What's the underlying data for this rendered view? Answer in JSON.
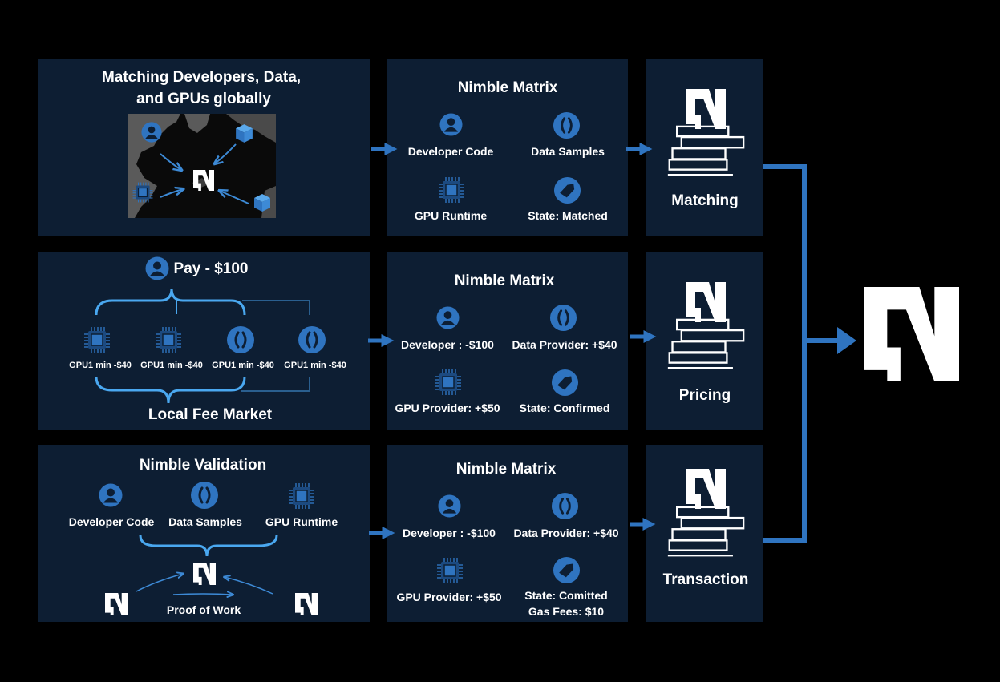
{
  "colors": {
    "background": "#000000",
    "panel": "#0d1e33",
    "accent": "#2f74c0",
    "accent_light": "#4aa8f0"
  },
  "row1": {
    "left": {
      "title_line1": "Matching Developers, Data,",
      "title_line2": "and GPUs globally"
    },
    "matrix": {
      "title": "Nimble Matrix",
      "items": [
        "Developer Code",
        "Data Samples",
        "GPU Runtime",
        "State: Matched"
      ]
    },
    "stage": {
      "label": "Matching"
    }
  },
  "row2": {
    "left": {
      "pay": "Pay - $100",
      "gpus": [
        "GPU1 min -$40",
        "GPU1 min -$40",
        "GPU1 min -$40",
        "GPU1 min -$40"
      ],
      "footer": "Local Fee Market"
    },
    "matrix": {
      "title": "Nimble Matrix",
      "items": [
        "Developer : -$100",
        "Data Provider: +$40",
        "GPU Provider: +$50",
        "State: Confirmed"
      ]
    },
    "stage": {
      "label": "Pricing"
    }
  },
  "row3": {
    "left": {
      "title": "Nimble Validation",
      "items": [
        "Developer Code",
        "Data Samples",
        "GPU Runtime"
      ],
      "footer": "Proof of Work"
    },
    "matrix": {
      "title": "Nimble Matrix",
      "items": [
        "Developer : -$100",
        "Data Provider: +$40",
        "GPU Provider: +$50",
        "State: Comitted",
        "Gas Fees: $10"
      ]
    },
    "stage": {
      "label": "Transaction"
    }
  },
  "icons": [
    "user-icon",
    "data-icon",
    "chip-icon",
    "tag-icon",
    "cube-icon",
    "nimble-logo-icon",
    "stack-icon"
  ]
}
